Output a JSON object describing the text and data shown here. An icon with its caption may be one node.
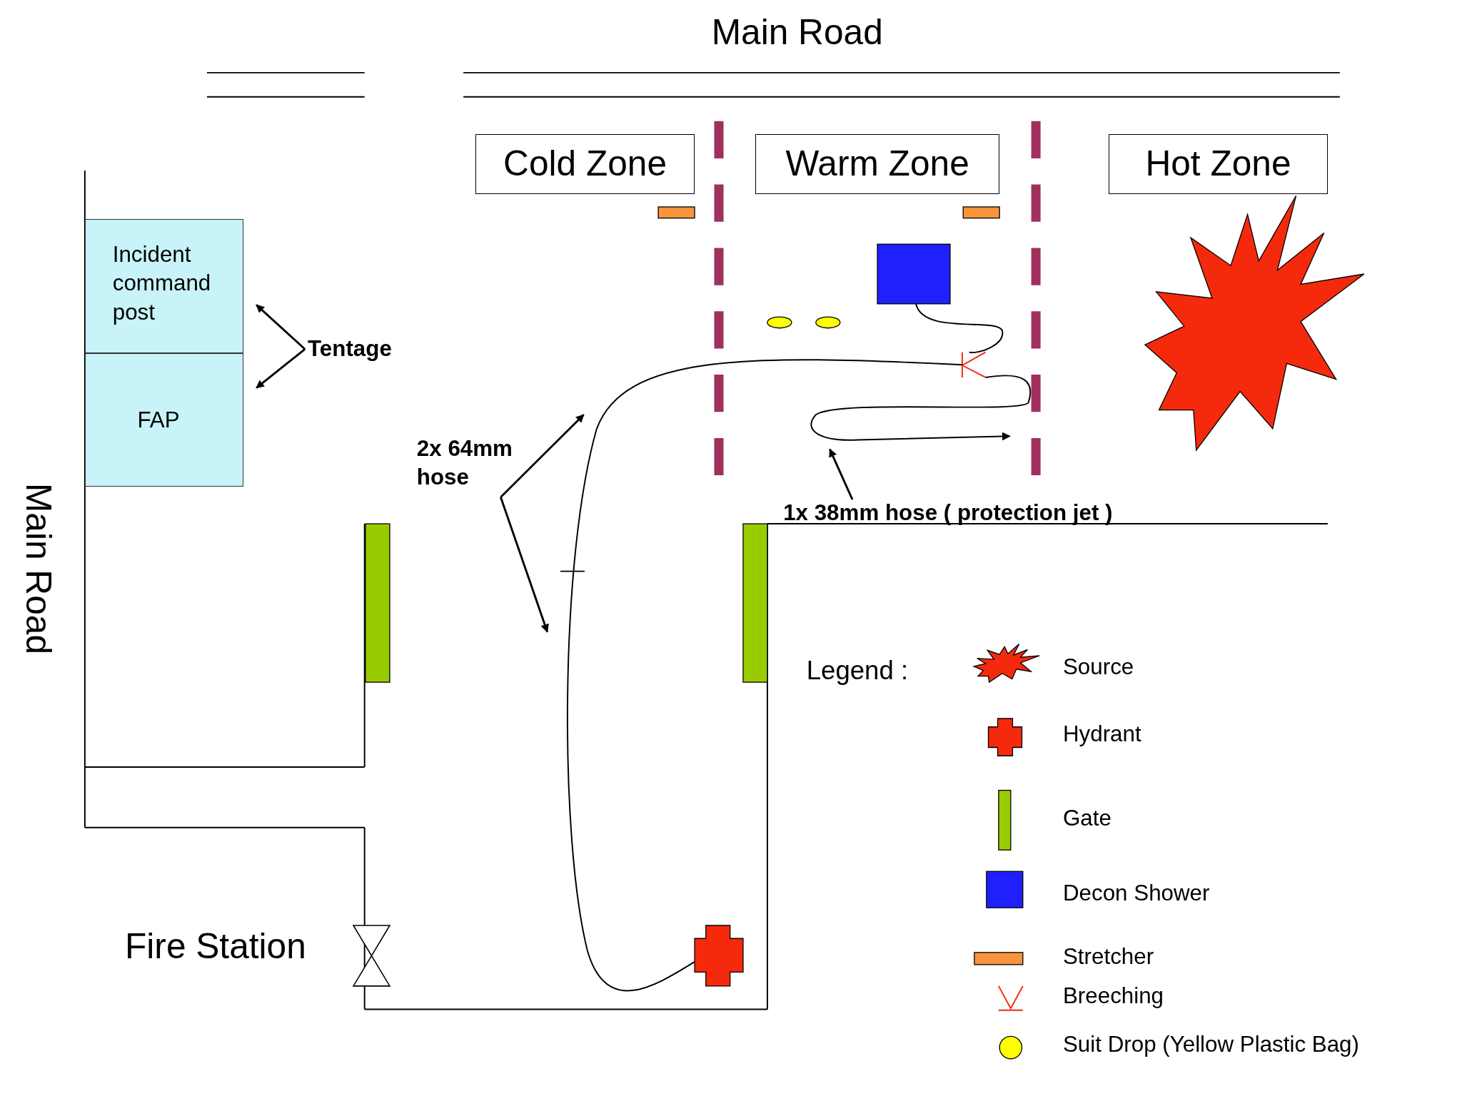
{
  "diagram": {
    "nodes": [
      {
        "text": [
          "Cold Zone"
        ]
      },
      {
        "text": [
          "Warm Zone"
        ]
      },
      {
        "text": [
          "Hot Zone"
        ]
      },
      {
        "text": [
          "Incident command post"
        ]
      },
      {
        "text": [
          "FAP"
        ]
      },
      {
        "text": [
          "Tentage"
        ]
      },
      {
        "text": [
          "2x 64mm hose"
        ]
      },
      {
        "text": [
          "1x 38mm hose ( protection jet )"
        ]
      },
      {
        "text": [],
        "shape": "box"
      },
      {
        "text": [],
        "shape": "fork"
      },
      {
        "text": [],
        "shape": "cross"
      },
      {
        "text": [],
        "shape": "star"
      },
      {
        "text": [],
        "shape": "bar"
      },
      {
        "text": [],
        "shape": "bar"
      },
      {
        "text": [],
        "shape": "box"
      },
      {
        "text": [],
        "shape": "box"
      },
      {
        "text": [],
        "shape": "ellipse"
      },
      {
        "text": [],
        "shape": "ellipse"
      }
    ],
    "edges": [
      {
        "from": 5,
        "to": 3,
        "arrow": "to"
      },
      {
        "from": 5,
        "to": 4,
        "arrow": "to"
      },
      {
        "from": 6,
        "to": null,
        "arrow": "to"
      },
      {
        "from": 6,
        "to": null,
        "arrow": "to"
      },
      {
        "from": 7,
        "to": null,
        "arrow": "to"
      },
      {
        "from": 10,
        "to": 9,
        "arrow": "none"
      },
      {
        "from": 9,
        "to": 8,
        "arrow": "none"
      },
      {
        "from": 9,
        "to": null,
        "arrow": "to"
      }
    ],
    "labels": [
      "Main Road",
      "Main Road",
      "Fire Station",
      "Legend :"
    ],
    "legend": [
      {
        "text": "Source"
      },
      {
        "text": "Hydrant"
      },
      {
        "text": "Gate",
        "color": "#99cc00"
      },
      {
        "text": "Decon Shower",
        "color": "#2020ff"
      },
      {
        "text": "Stretcher",
        "color": "#f7943c"
      },
      {
        "text": "Breeching"
      },
      {
        "text": "Suit Drop (Yellow Plastic Bag)"
      }
    ]
  }
}
